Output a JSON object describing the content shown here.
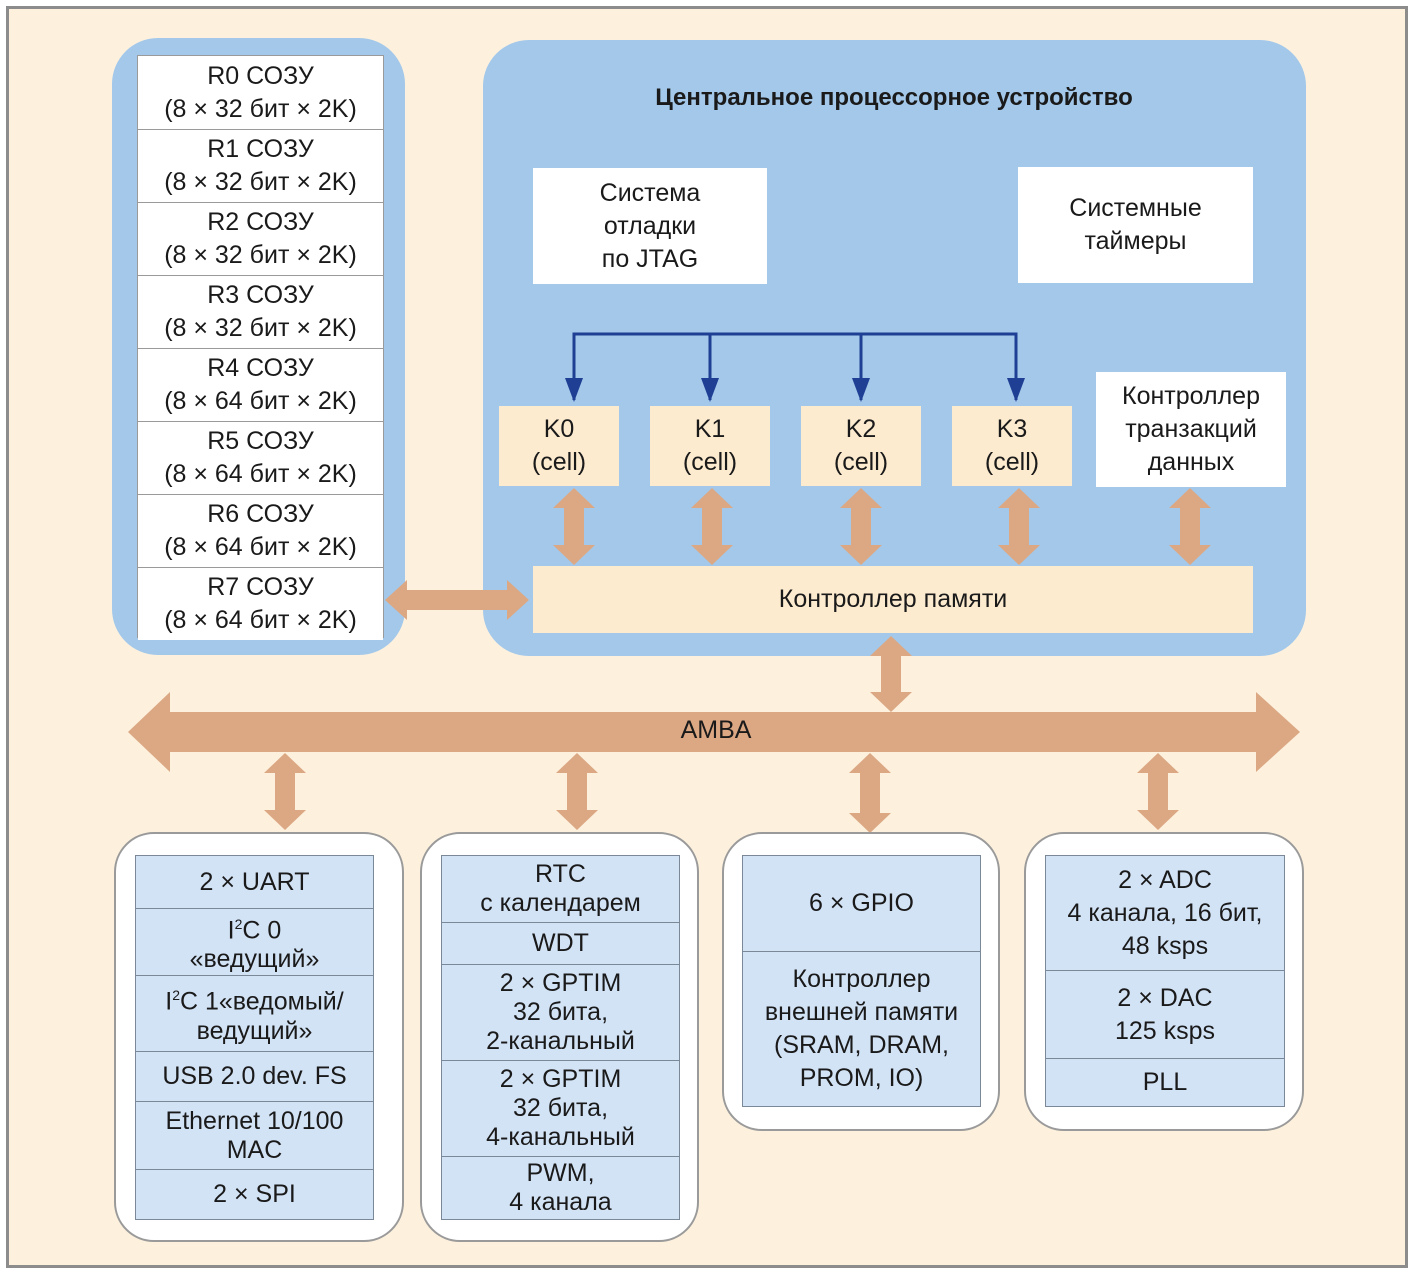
{
  "ram": [
    {
      "name": "R0 СОЗУ",
      "size": "(8 × 32 бит × 2K)"
    },
    {
      "name": "R1 СОЗУ",
      "size": "(8 × 32 бит × 2K)"
    },
    {
      "name": "R2 СОЗУ",
      "size": "(8 × 32 бит × 2K)"
    },
    {
      "name": "R3 СОЗУ",
      "size": "(8 × 32 бит × 2K)"
    },
    {
      "name": "R4 СОЗУ",
      "size": "(8 × 64 бит × 2K)"
    },
    {
      "name": "R5 СОЗУ",
      "size": "(8 × 64 бит × 2K)"
    },
    {
      "name": "R6 СОЗУ",
      "size": "(8 × 64 бит × 2K)"
    },
    {
      "name": "R7 СОЗУ",
      "size": "(8 × 64 бит × 2K)"
    }
  ],
  "cpu": {
    "title": "Центральное процессорное устройство",
    "jtag": "Система\nотладки\nпо JTAG",
    "timers": "Системные\nтаймеры",
    "transactions": "Контроллер\nтранзакций\nданных",
    "memory_controller": "Контроллер памяти",
    "cells": [
      {
        "name": "K0",
        "type": "(cell)"
      },
      {
        "name": "K1",
        "type": "(cell)"
      },
      {
        "name": "K2",
        "type": "(cell)"
      },
      {
        "name": "K3",
        "type": "(cell)"
      }
    ]
  },
  "bus": {
    "label": "AMBA"
  },
  "peripherals": {
    "group1": [
      "2 × UART",
      "«ведущий»",
      "1«ведомый/\nведущий»",
      "USB 2.0 dev. FS",
      "Ethernet 10/100\nMAC",
      "2 × SPI"
    ],
    "i2c0_prefix": "I",
    "i2c0_sup": "2",
    "i2c0_suffix": "C 0",
    "i2c1_prefix": "I",
    "i2c1_sup": "2",
    "i2c1_suffix": "C ",
    "group2": [
      "RTC\nс календарем",
      "WDT",
      "2 × GPTIM\n32 бита,\n2-канальный",
      "2 × GPTIM\n32 бита,\n4-канальный",
      "PWM,\n4 канала"
    ],
    "group3": [
      "6 × GPIO",
      "Контроллер\nвнешней памяти\n(SRAM, DRAM,\nPROM, IO)"
    ],
    "group4": [
      "2 × ADC\n4 канала, 16 бит,\n48 ksps",
      "2 × DAC\n125 ksps",
      "PLL"
    ]
  },
  "colors": {
    "background": "#fdf1de",
    "panel": "#a3c8ea",
    "cell": "#fdebd0",
    "bus": "#dca884",
    "connector": "#1f3f94",
    "peripheral_box": "#d3e3f6"
  }
}
